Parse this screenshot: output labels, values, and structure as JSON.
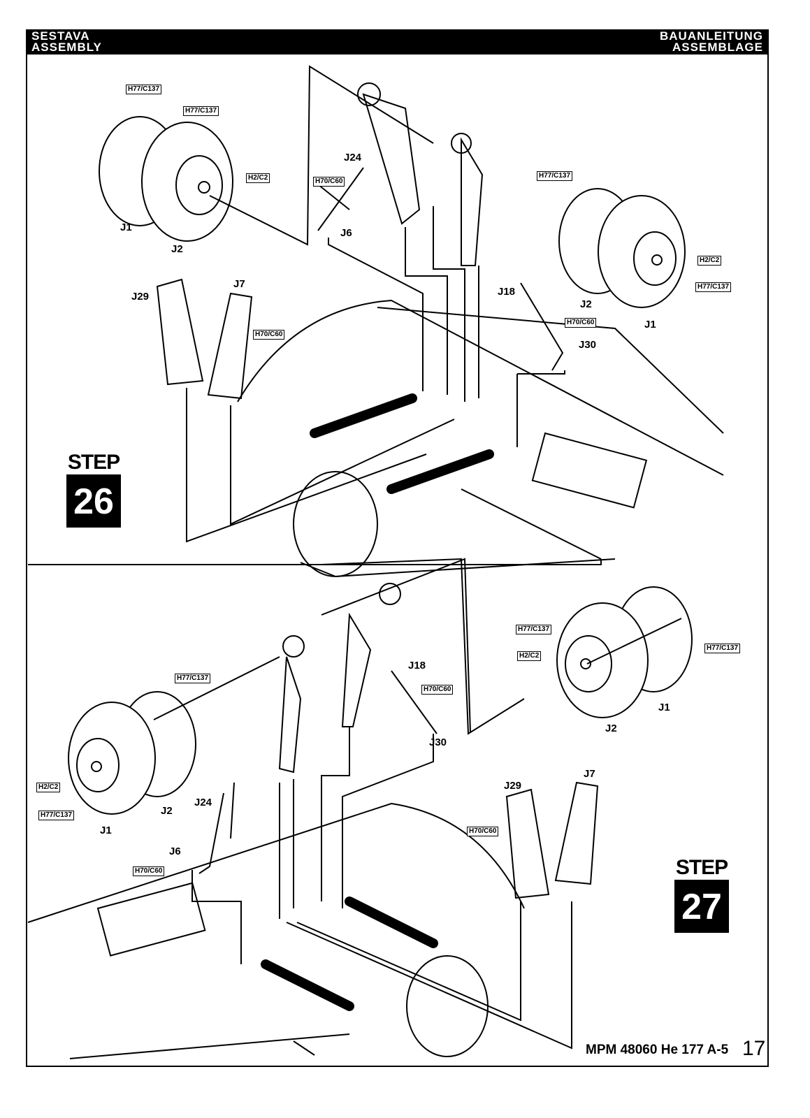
{
  "header": {
    "left_line1": "SESTAVA",
    "left_line2": "ASSEMBLY",
    "right_line1": "BAUANLEITUNG",
    "right_line2": "ASSEMBLAGE"
  },
  "step26": {
    "step_word": "STEP",
    "step_number": "26",
    "labels": [
      "H77/C137",
      "H77/C137",
      "H2/C2",
      "H70/C60",
      "H77/C137",
      "H2/C2",
      "H77/C137",
      "H70/C60",
      "H70/C60"
    ],
    "parts": [
      "J1",
      "J2",
      "J24",
      "J6",
      "J2",
      "J1",
      "J18",
      "J30",
      "J29",
      "J7"
    ]
  },
  "step27": {
    "step_word": "STEP",
    "step_number": "27",
    "labels": [
      "H77/C137",
      "H2/C2",
      "H77/C137",
      "H70/C60",
      "H77/C137",
      "H2/C2",
      "H77/C137",
      "H70/C60",
      "H70/C60"
    ],
    "parts": [
      "J1",
      "J2",
      "J18",
      "J30",
      "J2",
      "J1",
      "J24",
      "J6",
      "J29",
      "J7"
    ]
  },
  "footer": {
    "kit": "MPM 48060 He 177 A-5",
    "page_number": "17"
  }
}
